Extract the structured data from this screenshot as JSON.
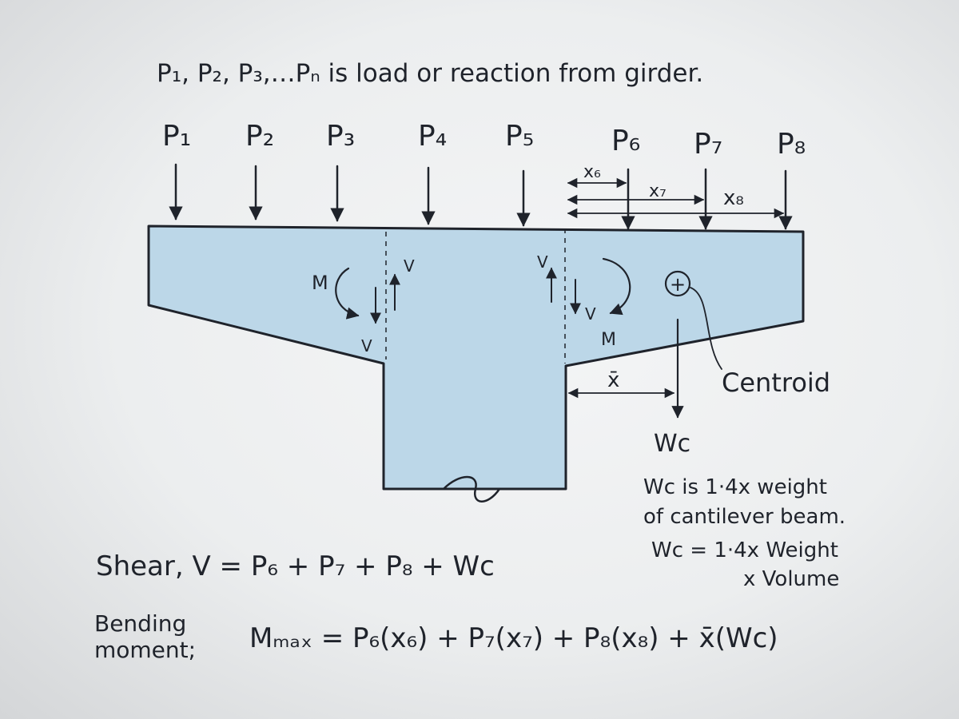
{
  "heading": "P₁, P₂, P₃,…Pₙ is load or reaction from girder.",
  "loads": [
    "P₁",
    "P₂",
    "P₃",
    "P₄",
    "P₅",
    "P₆",
    "P₇",
    "P₈"
  ],
  "distances": {
    "x6": "x₆",
    "x7": "x₇",
    "x8": "x₈"
  },
  "section_labels": {
    "m_left": "M",
    "v_left_top": "V",
    "v_left_bottom": "V",
    "v_right_top": "V",
    "v_right_bottom": "V",
    "m_right": "M"
  },
  "centroid_symbol": "+",
  "centroid_label": "Centroid",
  "xbar": "x̄",
  "wc": "Wc",
  "note": {
    "line1": "Wc is 1·4x weight",
    "line2": "of cantilever beam.",
    "line3": "Wc = 1·4x Weight",
    "line4": "x Volume"
  },
  "shear_formula": "Shear, V = P₆ + P₇ + P₈ + Wc",
  "bending_label_line1": "Bending",
  "bending_label_line2": "moment;",
  "bending_formula": "Mₘₐₓ = P₆(x₆) + P₇(x₇) + P₈(x₈) + x̄(Wc)",
  "colors": {
    "concrete_fill": "#bcd7e8",
    "ink": "#1f232b",
    "paper": "#eceeef"
  }
}
